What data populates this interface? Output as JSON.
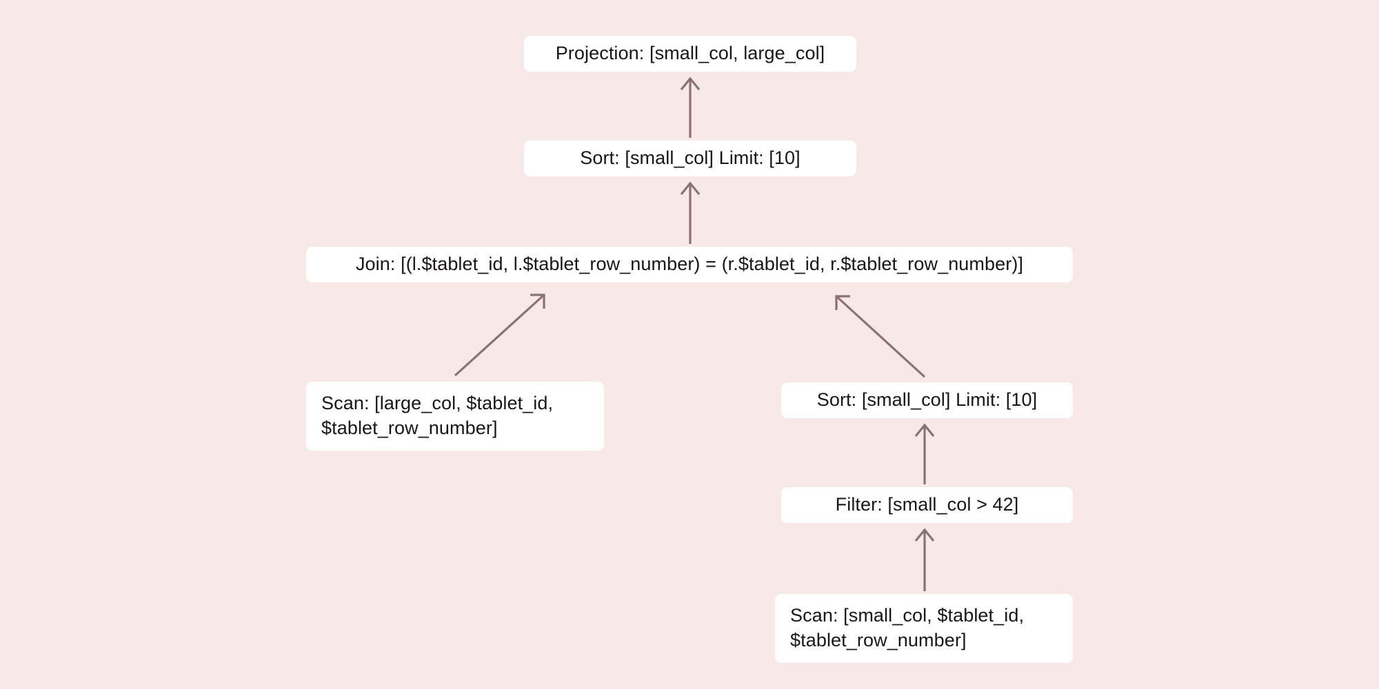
{
  "diagram": {
    "type": "query-plan-tree",
    "background_color": "#f6e9e7",
    "node_color": "#ffffff",
    "edge_color": "#8c7173",
    "text_color": "#1b1515",
    "nodes": [
      {
        "id": "projection",
        "label": "Projection: [small_col, large_col]"
      },
      {
        "id": "sort_top",
        "label": "Sort: [small_col] Limit: [10]"
      },
      {
        "id": "join",
        "label": "Join: [(l.$tablet_id, l.$tablet_row_number) = (r.$tablet_id, r.$tablet_row_number)]"
      },
      {
        "id": "scan_left",
        "label": "Scan: [large_col, $tablet_id, $tablet_row_number]"
      },
      {
        "id": "sort_right",
        "label": "Sort: [small_col] Limit: [10]"
      },
      {
        "id": "filter",
        "label": "Filter: [small_col > 42]"
      },
      {
        "id": "scan_right",
        "label": "Scan: [small_col, $tablet_id, $tablet_row_number]"
      }
    ],
    "edges": [
      {
        "from": "sort_top",
        "to": "projection",
        "style": "vertical-arrow"
      },
      {
        "from": "join",
        "to": "sort_top",
        "style": "vertical-arrow"
      },
      {
        "from": "scan_left",
        "to": "join",
        "style": "diagonal-arrow-up-right"
      },
      {
        "from": "sort_right",
        "to": "join",
        "style": "diagonal-arrow-up-left"
      },
      {
        "from": "filter",
        "to": "sort_right",
        "style": "vertical-arrow"
      },
      {
        "from": "scan_right",
        "to": "filter",
        "style": "vertical-arrow"
      }
    ]
  }
}
